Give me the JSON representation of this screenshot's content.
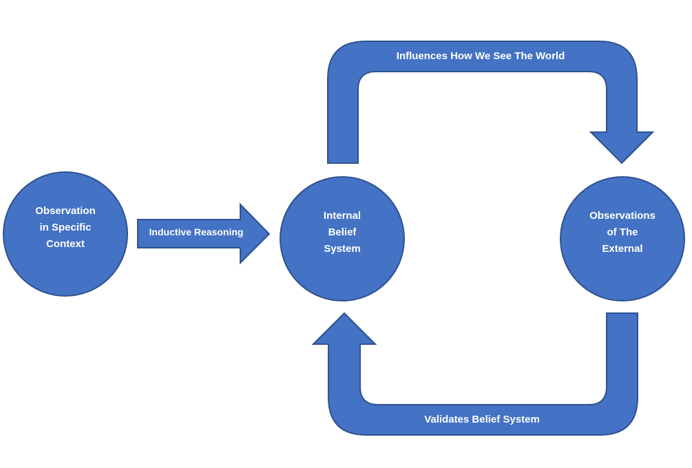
{
  "nodes": {
    "observation_context": {
      "label": "Observation\nin Specific\nContext"
    },
    "belief_system": {
      "label": "Internal\nBelief\nSystem"
    },
    "observations_external": {
      "label": "Observations\nof The\nExternal"
    }
  },
  "arrows": {
    "inductive": {
      "label": "Inductive Reasoning"
    },
    "influences": {
      "label": "Influences How We See The World"
    },
    "validates": {
      "label": "Validates Belief System"
    }
  },
  "colors": {
    "fill": "#4472c4",
    "stroke": "#2f528f",
    "text": "#ffffff"
  }
}
